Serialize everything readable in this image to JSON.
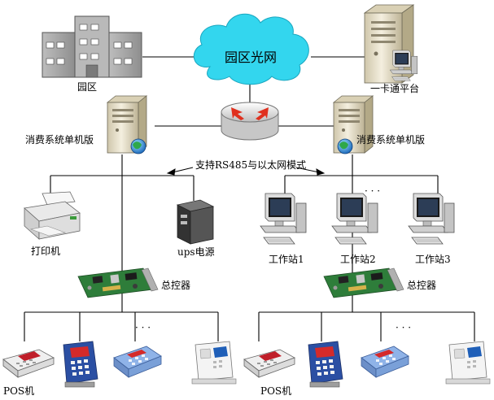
{
  "labels": {
    "campus": "园区",
    "campus_network": "园区光网",
    "card_platform": "一卡通平台",
    "consumption_standalone_left": "消费系统单机版",
    "consumption_standalone_right": "消费系统单机版",
    "protocol_note": "支持RS485与以太网模式",
    "printer": "打印机",
    "ups": "ups电源",
    "workstation_1": "工作站1",
    "workstation_2": "工作站2",
    "workstation_3": "工作站3",
    "controller_left": "总控器",
    "controller_right": "总控器",
    "pos_left": "POS机",
    "pos_right": "POS机"
  },
  "ellipsis": "·  ·  ·",
  "colors": {
    "cloud": "#33d6ee",
    "line": "#000000",
    "building": "#a8a8a8",
    "server": "#efe7cf",
    "pcb": "#2e7d3a",
    "router": "#e8e8e8",
    "router_arrows": "#e0301e"
  }
}
